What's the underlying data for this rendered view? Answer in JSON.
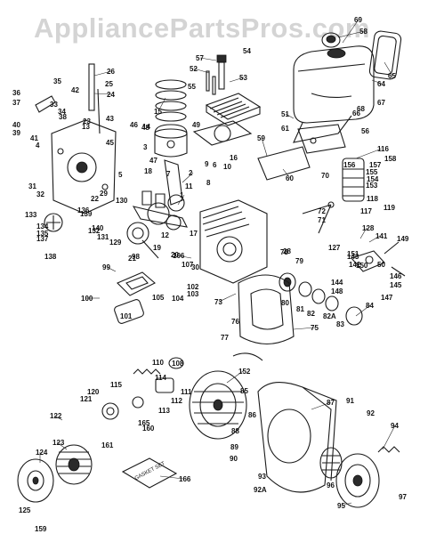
{
  "watermark": "AppliancePartsPros.com",
  "gasket_set_label": "GASKET SET",
  "part_numbers": [
    "1",
    "2",
    "3",
    "4",
    "5",
    "6",
    "7",
    "8",
    "9",
    "10",
    "11",
    "12",
    "13",
    "14",
    "15",
    "16",
    "17",
    "18",
    "19",
    "20",
    "21",
    "22",
    "23",
    "24",
    "25",
    "26",
    "28",
    "29",
    "30",
    "31",
    "32",
    "33",
    "34",
    "35",
    "36",
    "37",
    "38",
    "39",
    "40",
    "41",
    "42",
    "43",
    "45",
    "46",
    "47",
    "48",
    "49",
    "50",
    "51",
    "52",
    "53",
    "54",
    "55",
    "56",
    "57",
    "58",
    "59",
    "60",
    "61",
    "64",
    "65",
    "66",
    "67",
    "68",
    "69",
    "70",
    "71",
    "72",
    "73",
    "75",
    "76",
    "77",
    "78",
    "79",
    "80",
    "81",
    "82",
    "82A",
    "83",
    "84",
    "85",
    "86",
    "87",
    "88",
    "89",
    "90",
    "91",
    "92",
    "92A",
    "93",
    "94",
    "95",
    "96",
    "97",
    "98",
    "99",
    "100",
    "101",
    "102",
    "103",
    "104",
    "105",
    "106",
    "107",
    "108",
    "110",
    "111",
    "112",
    "113",
    "114",
    "115",
    "116",
    "117",
    "118",
    "119",
    "120",
    "121",
    "122",
    "123",
    "124",
    "125",
    "127",
    "128",
    "129",
    "130",
    "131",
    "132",
    "133",
    "134",
    "135",
    "136",
    "137",
    "138",
    "139",
    "140",
    "141",
    "142",
    "143",
    "144",
    "145",
    "146",
    "147",
    "148",
    "149",
    "150",
    "151",
    "152",
    "153",
    "154",
    "155",
    "156",
    "157",
    "158",
    "159",
    "160",
    "161",
    "165",
    "166"
  ]
}
